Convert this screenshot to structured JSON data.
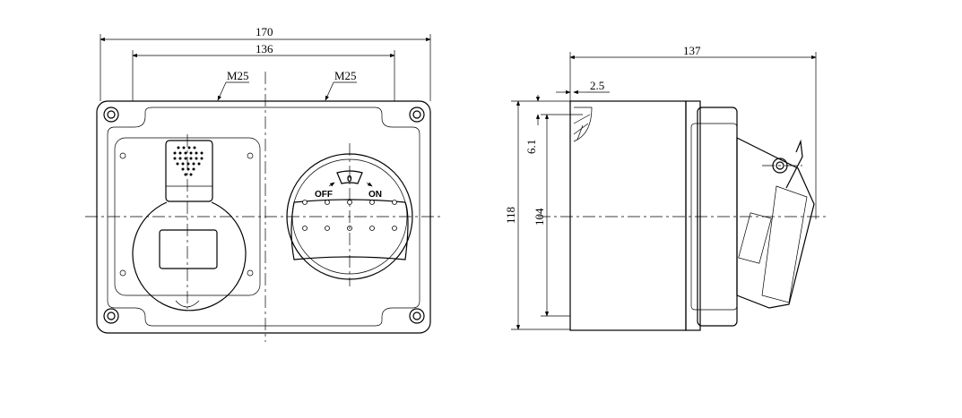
{
  "front_view": {
    "dim_overall_width": "170",
    "dim_gland_spacing": "136",
    "gland_left": "M25",
    "gland_right": "M25",
    "switch": {
      "off_label": "OFF",
      "zero_label": "0",
      "on_label": "ON"
    }
  },
  "side_view": {
    "dim_depth": "137",
    "dim_wall": "2.5",
    "dim_lip": "6.1",
    "dim_height": "118",
    "dim_inner_height": "104"
  }
}
